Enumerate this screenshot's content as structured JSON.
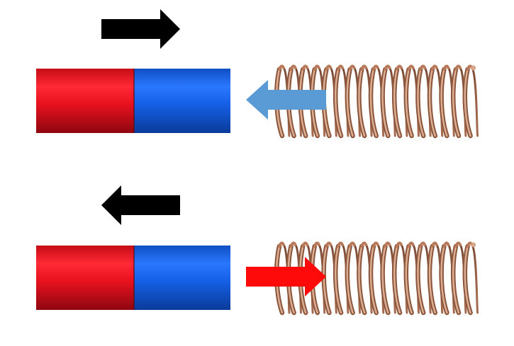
{
  "colors": {
    "background": "#ffffff",
    "magnet_red": "#e8121f",
    "magnet_blue": "#1560e6",
    "motion_arrow": "#000000",
    "field_arrow_top": "#5b9bd5",
    "field_arrow_bottom": "#ff0a0a",
    "coil_copper": "#b87a5a"
  },
  "scenes": [
    {
      "magnet_motion": "right",
      "field_arrow_direction": "left",
      "field_arrow_color": "light-blue",
      "coil_turns": 17
    },
    {
      "magnet_motion": "left",
      "field_arrow_direction": "right",
      "field_arrow_color": "red",
      "coil_turns": 17
    }
  ]
}
